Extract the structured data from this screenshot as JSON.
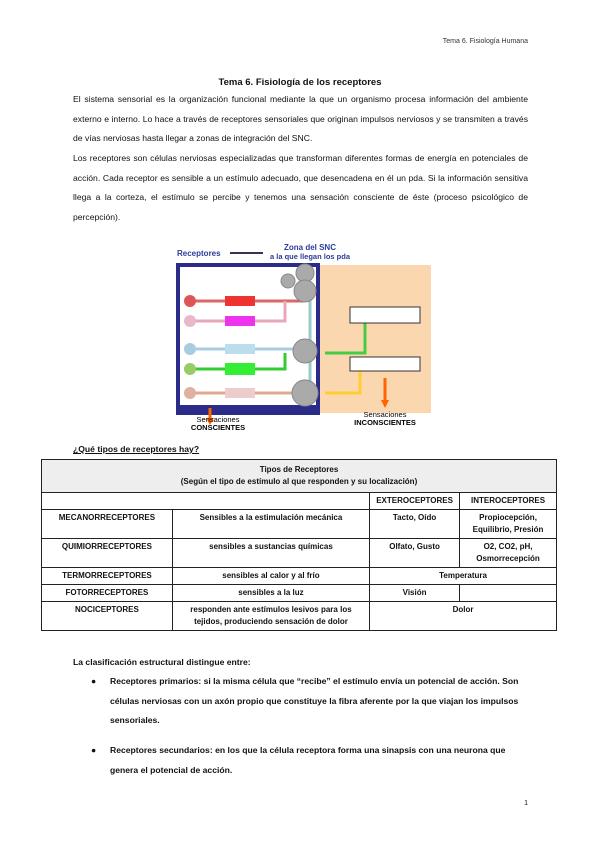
{
  "header": "Tema 6. Fisiología Humana",
  "title": "Tema 6. Fisiología de los receptores",
  "paragraphs": [
    "El sistema sensorial es la organización funcional mediante la que un organismo procesa información del ambiente externo e interno. Lo hace a través de receptores sensoriales que originan impulsos nerviosos y se transmiten a través de vías nerviosas hasta llegar a zonas de integración del SNC.",
    "Los receptores son células nerviosas especializadas que transforman diferentes formas de energía en potenciales de acción. Cada receptor es sensible a un estímulo adecuado, que desencadena en él un pda. Si la información sensitiva llega a la corteza, el estímulo se percibe y tenemos una sensación consciente de éste (proceso psicológico de percepción)."
  ],
  "figure": {
    "receptors_label": "Receptores",
    "zone_label_1": "Zona del SNC",
    "zone_label_2": "a la que llegan los pda",
    "conscious_1": "Sensaciones",
    "conscious_2": "CONSCIENTES",
    "unconscious_1": "Sensaciones",
    "unconscious_2": "INCONSCIENTES"
  },
  "question": "¿Qué tipos de receptores hay?",
  "table": {
    "title": "Tipos de Receptores",
    "subtitle": "(Según el tipo de estímulo al que responden y su localización)",
    "col_ext": "EXTEROCEPTORES",
    "col_int": "INTEROCEPTORES",
    "rows": [
      {
        "name": "MECANORRECEPTORES",
        "desc": "Sensibles a la estimulación mecánica",
        "ext": "Tacto, Oído",
        "int": "Propiocepción, Equilibrio, Presión"
      },
      {
        "name": "QUIMIORRECEPTORES",
        "desc": "sensibles a sustancias químicas",
        "ext": "Olfato, Gusto",
        "int": "O2, CO2, pH, Osmorrecepción"
      },
      {
        "name": "TERMORRECEPTORES",
        "desc": "sensibles al calor y al frío",
        "both": "Temperatura"
      },
      {
        "name": "FOTORRECEPTORES",
        "desc": "sensibles a la luz",
        "ext": "Visión",
        "int": ""
      },
      {
        "name": "NOCICEPTORES",
        "desc": "responden ante estímulos lesivos para los tejidos, produciendo sensación de dolor",
        "both": "Dolor"
      }
    ]
  },
  "classification_intro": "La clasificación estructural distingue entre:",
  "bullets": [
    "Receptores primarios: si la misma célula que “recibe” el estímulo envía un potencial de acción. Son células nerviosas con un axón propio que constituye la fibra aferente por la que viajan los impulsos sensoriales.",
    "Receptores secundarios: en los que la célula receptora forma una sinapsis con una neurona que genera el potencial de acción."
  ],
  "page_number": "1"
}
